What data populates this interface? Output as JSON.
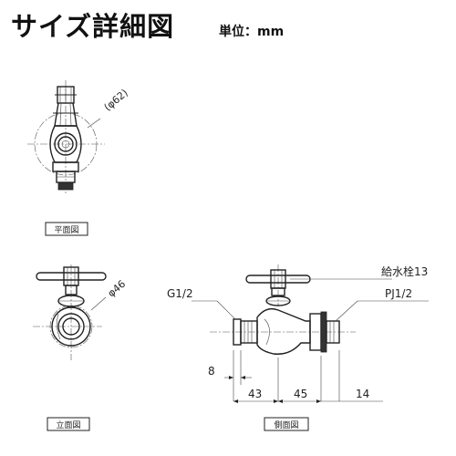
{
  "header": {
    "title": "サイズ詳細図",
    "unit": "単位：mm"
  },
  "views": {
    "plan_label": "平面図",
    "front_label": "立面図",
    "side_label": "側面図"
  },
  "dimensions": {
    "plan_diameter": "(φ62)",
    "front_diameter": "φ46",
    "thread_g": "G1/2",
    "model": "給水栓13",
    "thread_pj": "PJ1/2",
    "dim_8": "8",
    "dim_43": "43",
    "dim_45": "45",
    "dim_14": "14"
  }
}
